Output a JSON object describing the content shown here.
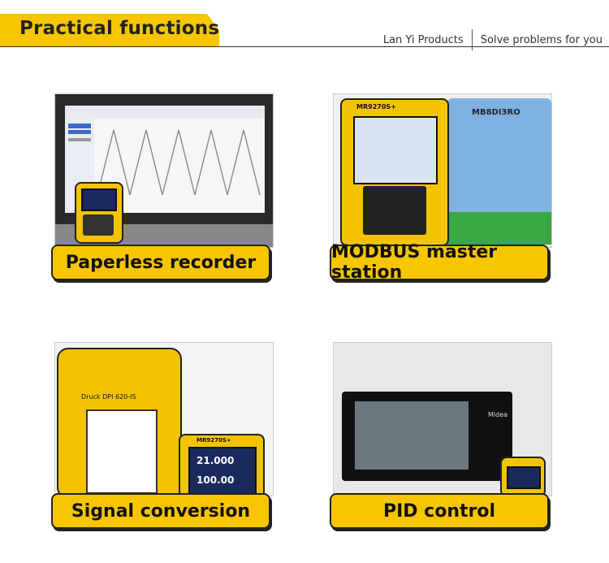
{
  "header": {
    "title": "Practical functions",
    "brand": "Lan Yi Products",
    "slogan": "Solve problems for you"
  },
  "cards": [
    {
      "label": "Paperless recorder"
    },
    {
      "label": "MODBUS master station"
    },
    {
      "label": "Signal conversion"
    },
    {
      "label": "PID control"
    }
  ],
  "device_text": {
    "mr9270": "MR9270S+",
    "mb8di3ro": "MB8DI3RO",
    "druck": "Druck DPI 620-IS",
    "midea": "Midea",
    "val1": "21.000",
    "val2": "100.00"
  },
  "colors": {
    "accent": "#f7c600"
  }
}
